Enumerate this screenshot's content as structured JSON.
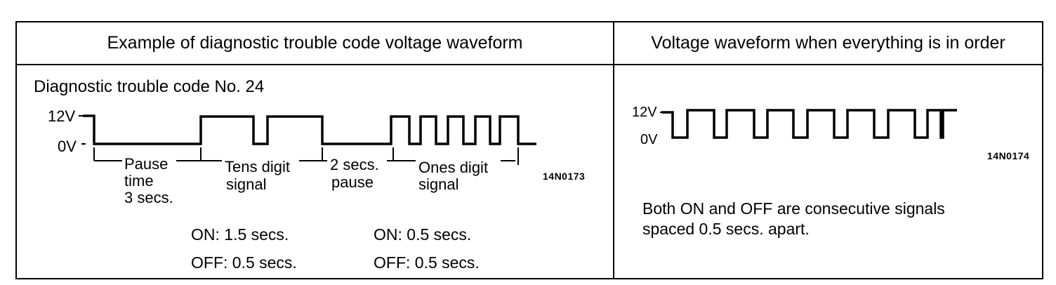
{
  "left_panel": {
    "header": "Example of diagnostic trouble code voltage waveform",
    "subtitle": "Diagnostic trouble code No. 24",
    "levels": {
      "high": "12V",
      "low": "0V"
    },
    "segments": {
      "pause": [
        "Pause",
        "time",
        "3 secs."
      ],
      "tens": [
        "Tens digit",
        "signal"
      ],
      "mid_pause": [
        "2 secs.",
        "pause"
      ],
      "ones": [
        "Ones digit",
        "signal"
      ]
    },
    "figure_code": "14N0173",
    "timing": {
      "tens_on": "ON: 1.5 secs.",
      "tens_off": "OFF: 0.5 secs.",
      "ones_on": "ON: 0.5 secs.",
      "ones_off": "OFF: 0.5 secs."
    }
  },
  "right_panel": {
    "header": "Voltage waveform when everything is in order",
    "levels": {
      "high": "12V",
      "low": "0V"
    },
    "figure_code": "14N0174",
    "note_line1": "Both ON and OFF are consecutive signals",
    "note_line2": "spaced 0.5 secs. apart."
  }
}
